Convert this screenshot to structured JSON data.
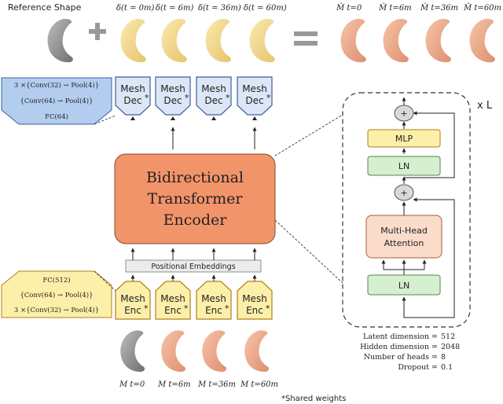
{
  "header": {
    "reference_shape": "Reference Shape",
    "delta_labels": [
      "δ(t = 0m)",
      "δ(t = 6m)",
      "δ(t = 36m)",
      "δ(t = 60m)"
    ],
    "output_labels": [
      "M̂ t=0",
      "M̂ t=6m",
      "M̂ t=36m",
      "M̂ t=60m"
    ],
    "plus_symbol": "+",
    "equals_symbol": "="
  },
  "decoders": {
    "line1": "Mesh",
    "line2": "Dec",
    "star": "*",
    "spec": [
      "3 ×{Conv(32) → Pool(4)}",
      "{Conv(64) → Pool(4)}",
      "FC(64)"
    ]
  },
  "encoders": {
    "line1": "Mesh",
    "line2": "Enc",
    "star": "*",
    "spec": [
      "FC(512)",
      "{Conv(64) → Pool(4)}",
      "3 ×{Conv(32) → Pool(4)}"
    ]
  },
  "transformer": {
    "line1": "Bidirectional",
    "line2": "Transformer",
    "line3": "Encoder",
    "positional": "Positional Embeddings"
  },
  "block": {
    "repeat": "x L",
    "mlp": "MLP",
    "ln_top": "LN",
    "attention_line1": "Multi-Head",
    "attention_line2": "Attention",
    "ln_bottom": "LN",
    "plus_symbol": "+"
  },
  "hyperparams": [
    {
      "label": "Latent dimension =",
      "value": "512"
    },
    {
      "label": "Hidden dimension =",
      "value": "2048"
    },
    {
      "label": "Number of heads =",
      "value": "8"
    },
    {
      "label": "Dropout =",
      "value": "0.1"
    }
  ],
  "input_labels": [
    "M t=0",
    "M t=6m",
    "M t=36m",
    "M t=60m"
  ],
  "footnote": "*Shared weights",
  "colors": {
    "decoder_fill": "#dce6f6",
    "decoder_stroke": "#3d5f9a",
    "spec_top_fill": "#b3cdee",
    "encoder_fill": "#fcefa9",
    "encoder_stroke": "#b07f1a",
    "transformer_fill": "#f2946a",
    "mlp_fill": "#fcefa9",
    "ln_fill": "#d5efd0",
    "attention_fill": "#fbdccb",
    "gray_shape": "#9a9a9a",
    "yellow_shape": "#f2d98a",
    "orange_shape": "#eaa27f"
  }
}
